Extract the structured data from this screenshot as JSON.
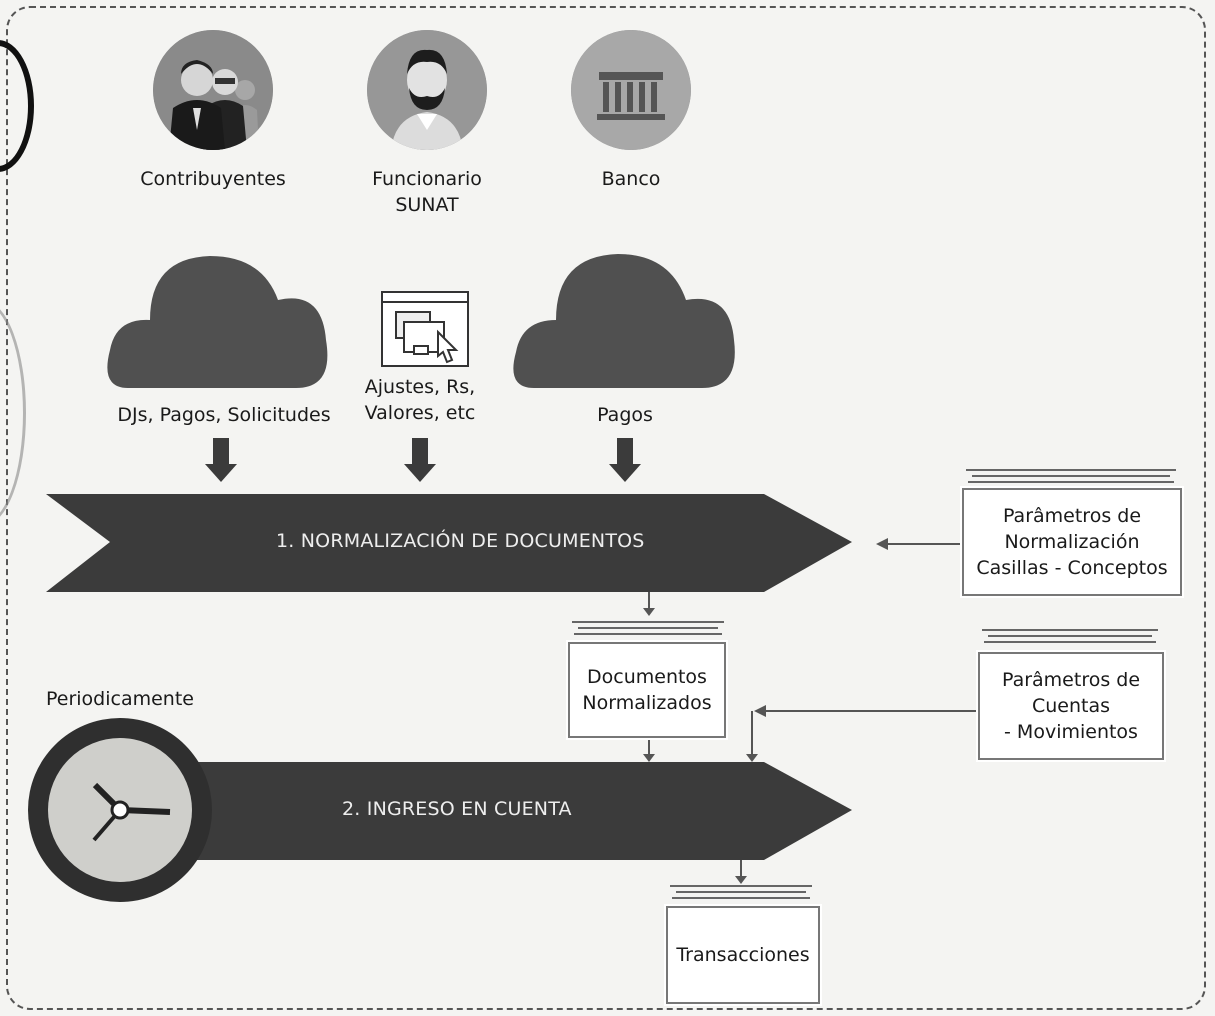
{
  "actors": [
    {
      "label": "Contribuyentes"
    },
    {
      "label": "Funcionario\nSUNAT"
    },
    {
      "label": "Banco"
    }
  ],
  "channels": [
    {
      "label": "DJs, Pagos, Solicitudes"
    },
    {
      "label": "Ajustes, Rs,\nValores, etc"
    },
    {
      "label": "Pagos"
    }
  ],
  "stage1": {
    "label": "1. NORMALIZACIÓN DE DOCUMENTOS"
  },
  "stage2": {
    "label": "2. INGRESO EN CUENTA"
  },
  "params1": {
    "label": "Parâmetros de\nNormalización\nCasillas - Conceptos"
  },
  "params2": {
    "label": "Parâmetros de\nCuentas\n- Movimientos"
  },
  "docs": {
    "label": "Documentos\nNormalizados"
  },
  "transactions": {
    "label": "Transacciones"
  },
  "periodic": {
    "label": "Periodicamente"
  },
  "colors": {
    "arrow": "#3b3b3b",
    "cloud": "#505050",
    "clock_face": "#cfcfcb",
    "clock_ring": "#2f2f2f"
  }
}
